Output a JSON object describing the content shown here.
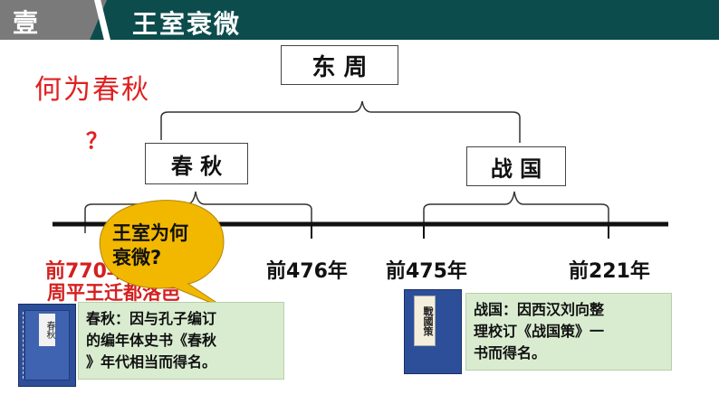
{
  "header": {
    "section_badge": "壹",
    "title": "王室衰微"
  },
  "question": {
    "text": "何为春秋",
    "mark": "？"
  },
  "tree": {
    "root": "东  周",
    "left": "春  秋",
    "right": "战  国"
  },
  "timeline": {
    "y1": "前770年",
    "y1_sub": "周平王迁都洛邑",
    "y2": "前476年",
    "y3": "前475年",
    "y4": "前221年"
  },
  "bubble": {
    "line1": "王室为何",
    "line2": "衰微?"
  },
  "notes": {
    "chunqiu": [
      "春秋：因与孔子编订",
      "的编年体史书《春秋",
      "》年代相当而得名。"
    ],
    "zhanguo": [
      "战国：因西汉刘向整",
      "理校订《战国策》一",
      "书而得名。"
    ]
  },
  "books": {
    "left_cover": "春秋",
    "right_cover": "戰國策"
  },
  "colors": {
    "header": "#0d4c4c",
    "badge": "#7a7a7a",
    "accent_red": "#e02020",
    "note_bg": "#d9ecd0",
    "bubble": "#f2b800",
    "book_blue": "#2d4f9a"
  }
}
